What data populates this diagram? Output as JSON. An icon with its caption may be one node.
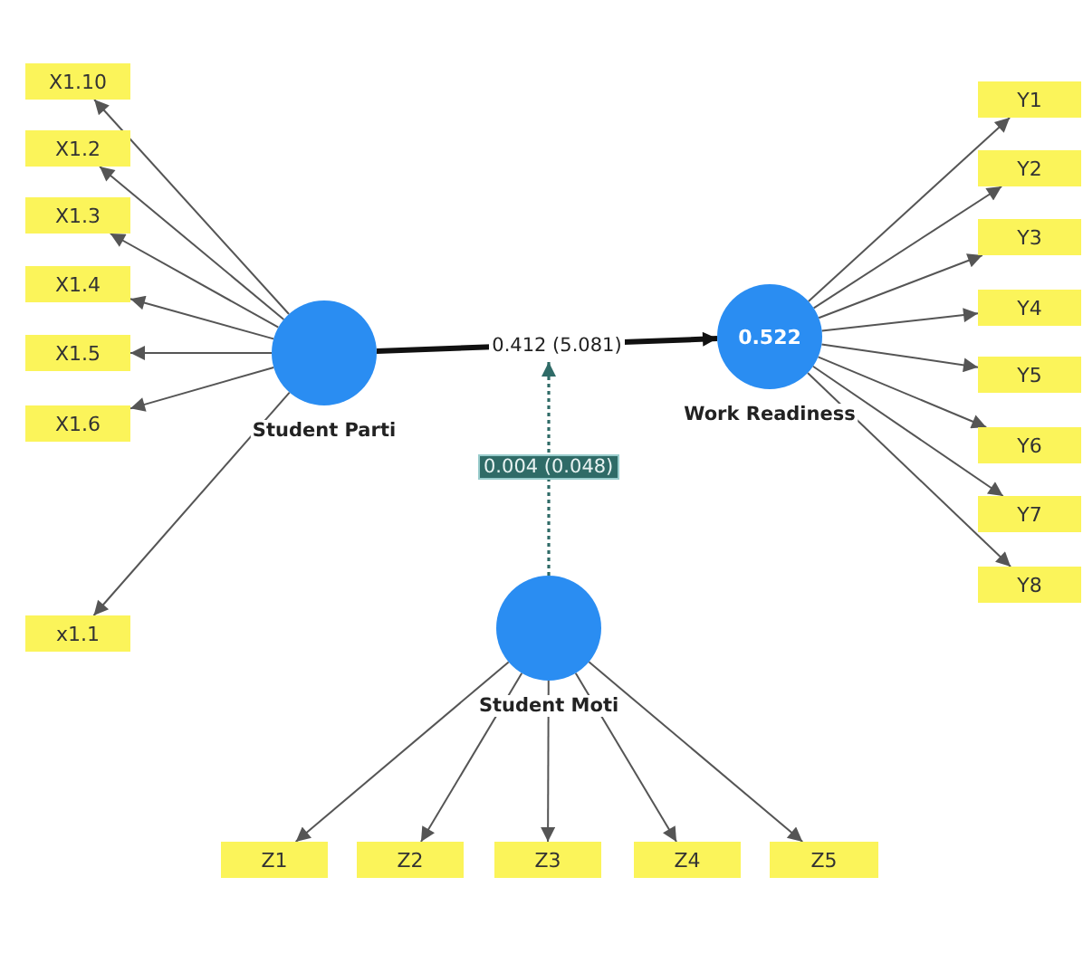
{
  "diagram": {
    "nodes": [
      {
        "text": [
          "Student Parti"
        ]
      },
      {
        "text": [
          "X1.10"
        ]
      },
      {
        "text": [
          "X1.2"
        ]
      },
      {
        "text": [
          "X1.3"
        ]
      },
      {
        "text": [
          "X1.4"
        ]
      },
      {
        "text": [
          "X1.5"
        ]
      },
      {
        "text": [
          "X1.6"
        ]
      },
      {
        "text": [
          "x1.1"
        ]
      },
      {
        "text": [
          "0.522",
          "Work Readiness"
        ]
      },
      {
        "text": [
          "Y1"
        ]
      },
      {
        "text": [
          "Y2"
        ]
      },
      {
        "text": [
          "Y3"
        ]
      },
      {
        "text": [
          "Y4"
        ]
      },
      {
        "text": [
          "Y5"
        ]
      },
      {
        "text": [
          "Y6"
        ]
      },
      {
        "text": [
          "Y7"
        ]
      },
      {
        "text": [
          "Y8"
        ]
      },
      {
        "text": [
          "Student Moti"
        ]
      },
      {
        "text": [
          "Z1"
        ]
      },
      {
        "text": [
          "Z2"
        ]
      },
      {
        "text": [
          "Z3"
        ]
      },
      {
        "text": [
          "Z4"
        ]
      },
      {
        "text": [
          "Z5"
        ]
      }
    ],
    "edges": [
      {
        "from": 0,
        "to": 8,
        "arrow": "to",
        "label": "0.412 (5.081)",
        "style": "thick",
        "color": "#111111"
      },
      {
        "from": 17,
        "to": null,
        "arrow": "to",
        "label": "0.004 (0.048)",
        "style": "dashed",
        "color": "#2f6b67"
      },
      {
        "from": 0,
        "to": 1,
        "arrow": "to"
      },
      {
        "from": 0,
        "to": 2,
        "arrow": "to"
      },
      {
        "from": 0,
        "to": 3,
        "arrow": "to"
      },
      {
        "from": 0,
        "to": 4,
        "arrow": "to"
      },
      {
        "from": 0,
        "to": 5,
        "arrow": "to"
      },
      {
        "from": 0,
        "to": 6,
        "arrow": "to"
      },
      {
        "from": 0,
        "to": 7,
        "arrow": "to"
      },
      {
        "from": 8,
        "to": 9,
        "arrow": "to"
      },
      {
        "from": 8,
        "to": 10,
        "arrow": "to"
      },
      {
        "from": 8,
        "to": 11,
        "arrow": "to"
      },
      {
        "from": 8,
        "to": 12,
        "arrow": "to"
      },
      {
        "from": 8,
        "to": 13,
        "arrow": "to"
      },
      {
        "from": 8,
        "to": 14,
        "arrow": "to"
      },
      {
        "from": 8,
        "to": 15,
        "arrow": "to"
      },
      {
        "from": 8,
        "to": 16,
        "arrow": "to"
      },
      {
        "from": 17,
        "to": 18,
        "arrow": "to"
      },
      {
        "from": 17,
        "to": 19,
        "arrow": "to"
      },
      {
        "from": 17,
        "to": 20,
        "arrow": "to"
      },
      {
        "from": 17,
        "to": 21,
        "arrow": "to"
      },
      {
        "from": 17,
        "to": 22,
        "arrow": "to"
      }
    ]
  }
}
